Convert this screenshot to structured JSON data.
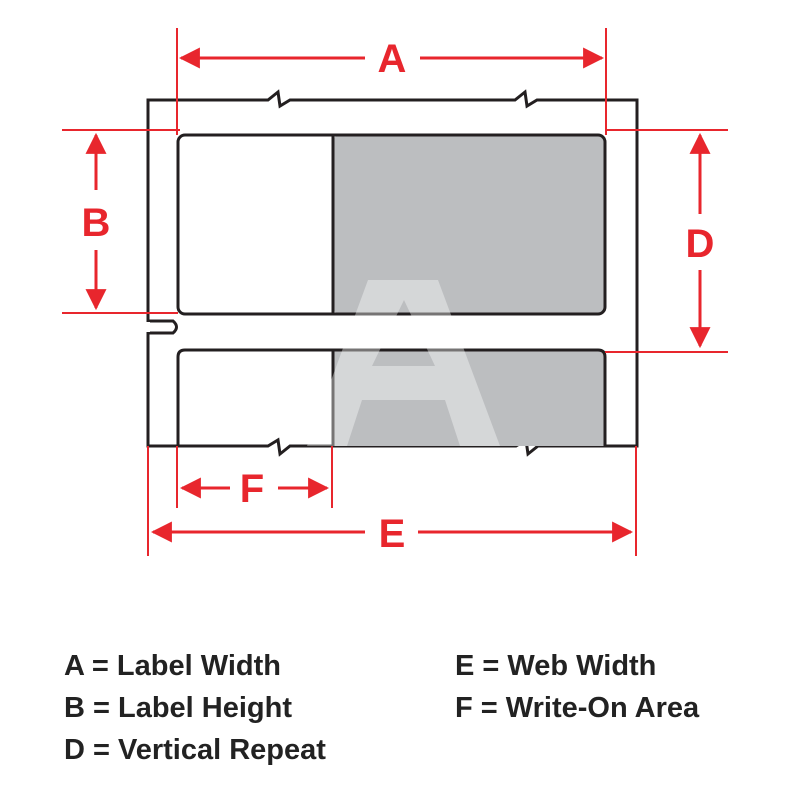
{
  "colors": {
    "dimension": "#e8262d",
    "outline": "#231f20",
    "label_fill": "#bcbec0",
    "watermark": "#ffffff",
    "legend_text": "#222222"
  },
  "dimensions": {
    "a": "A",
    "b": "B",
    "d": "D",
    "e": "E",
    "f": "F"
  },
  "legend": [
    {
      "letter": "A",
      "text": "A = Label Width"
    },
    {
      "letter": "B",
      "text": "B = Label Height"
    },
    {
      "letter": "D",
      "text": "D = Vertical Repeat"
    },
    {
      "letter": "E",
      "text": "E = Web Width"
    },
    {
      "letter": "F",
      "text": "F = Write-On Area"
    }
  ],
  "watermark": {
    "glyph": "A"
  }
}
